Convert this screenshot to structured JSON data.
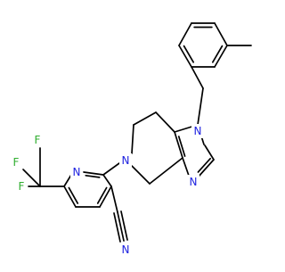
{
  "molecule": {
    "atom_labels": {
      "n_imidazole_1": "N",
      "n_imidazole_3": "N",
      "n_piperidine": "N",
      "n_pyridine": "N",
      "n_nitrile": "N",
      "f1": "F",
      "f2": "F",
      "f3": "F"
    },
    "colors": {
      "nitrogen": "#1f23e0",
      "fluorine": "#2fae2f",
      "carbon": "#000000",
      "background": "#ffffff"
    }
  }
}
